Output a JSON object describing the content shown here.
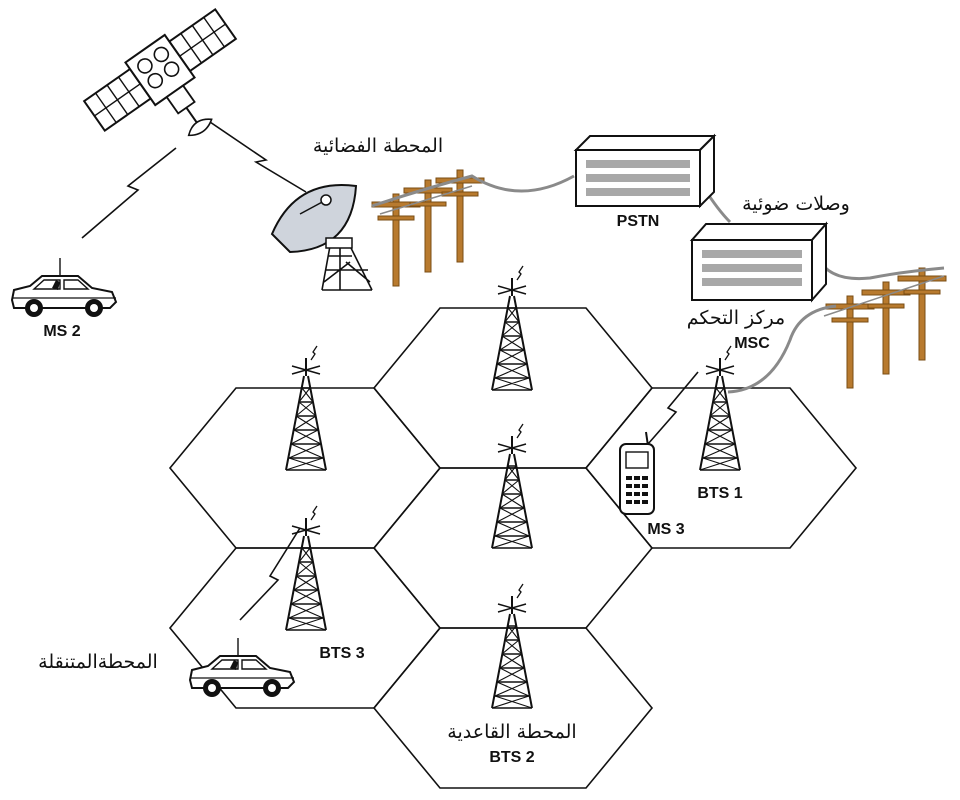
{
  "labels": {
    "space_station": "المحطة الفضائية",
    "fiber_links": "وصلات ضوئية",
    "control_center": "مركز التحكم",
    "mobile_station": "المحطةالمتنقلة",
    "base_station": "المحطة القاعدية",
    "pstn": "PSTN",
    "msc": "MSC",
    "ms2": "MS 2",
    "ms3": "MS 3",
    "bts1": "BTS 1",
    "bts2": "BTS 2",
    "bts3": "BTS 3"
  },
  "colors": {
    "pole": "#b87a2e",
    "pole_dark": "#7a4d14",
    "cable": "#8a8a8a",
    "dish": "#cfd4dc",
    "box": "#ffffff",
    "box_slots": "#a8a8a8"
  }
}
